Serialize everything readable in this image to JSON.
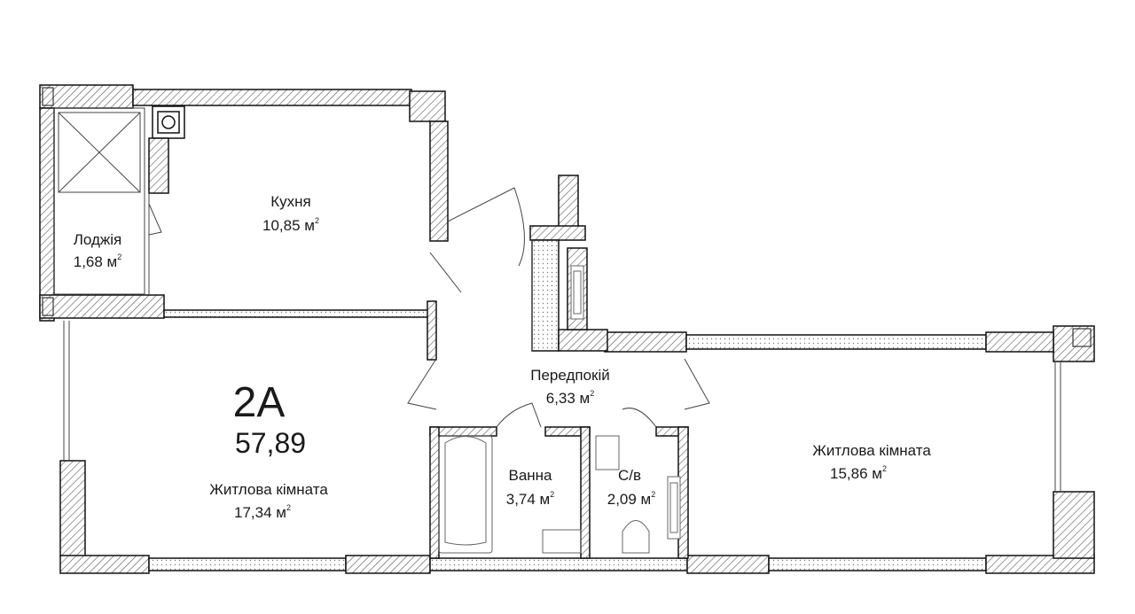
{
  "apartment": {
    "type": "2A",
    "total_area": "57,89"
  },
  "rooms": [
    {
      "id": "loggia",
      "name": "Лоджія",
      "area": "1,68 м",
      "sup": "2"
    },
    {
      "id": "kitchen",
      "name": "Кухня",
      "area": "10,85 м",
      "sup": "2"
    },
    {
      "id": "hallway",
      "name": "Передпокій",
      "area": "6,33 м",
      "sup": "2"
    },
    {
      "id": "bathroom",
      "name": "Ванна",
      "area": "3,74 м",
      "sup": "2"
    },
    {
      "id": "wc",
      "name": "С/в",
      "area": "2,09 м",
      "sup": "2"
    },
    {
      "id": "living1",
      "name": "Житлова кімната",
      "area": "17,34 м",
      "sup": "2"
    },
    {
      "id": "living2",
      "name": "Житлова кімната",
      "area": "15,86 м",
      "sup": "2"
    }
  ],
  "colors": {
    "wall_stroke": "#111111",
    "wall_hatch": "#555555",
    "thin_line": "#444444",
    "fixture": "#666666",
    "background": "#ffffff"
  }
}
